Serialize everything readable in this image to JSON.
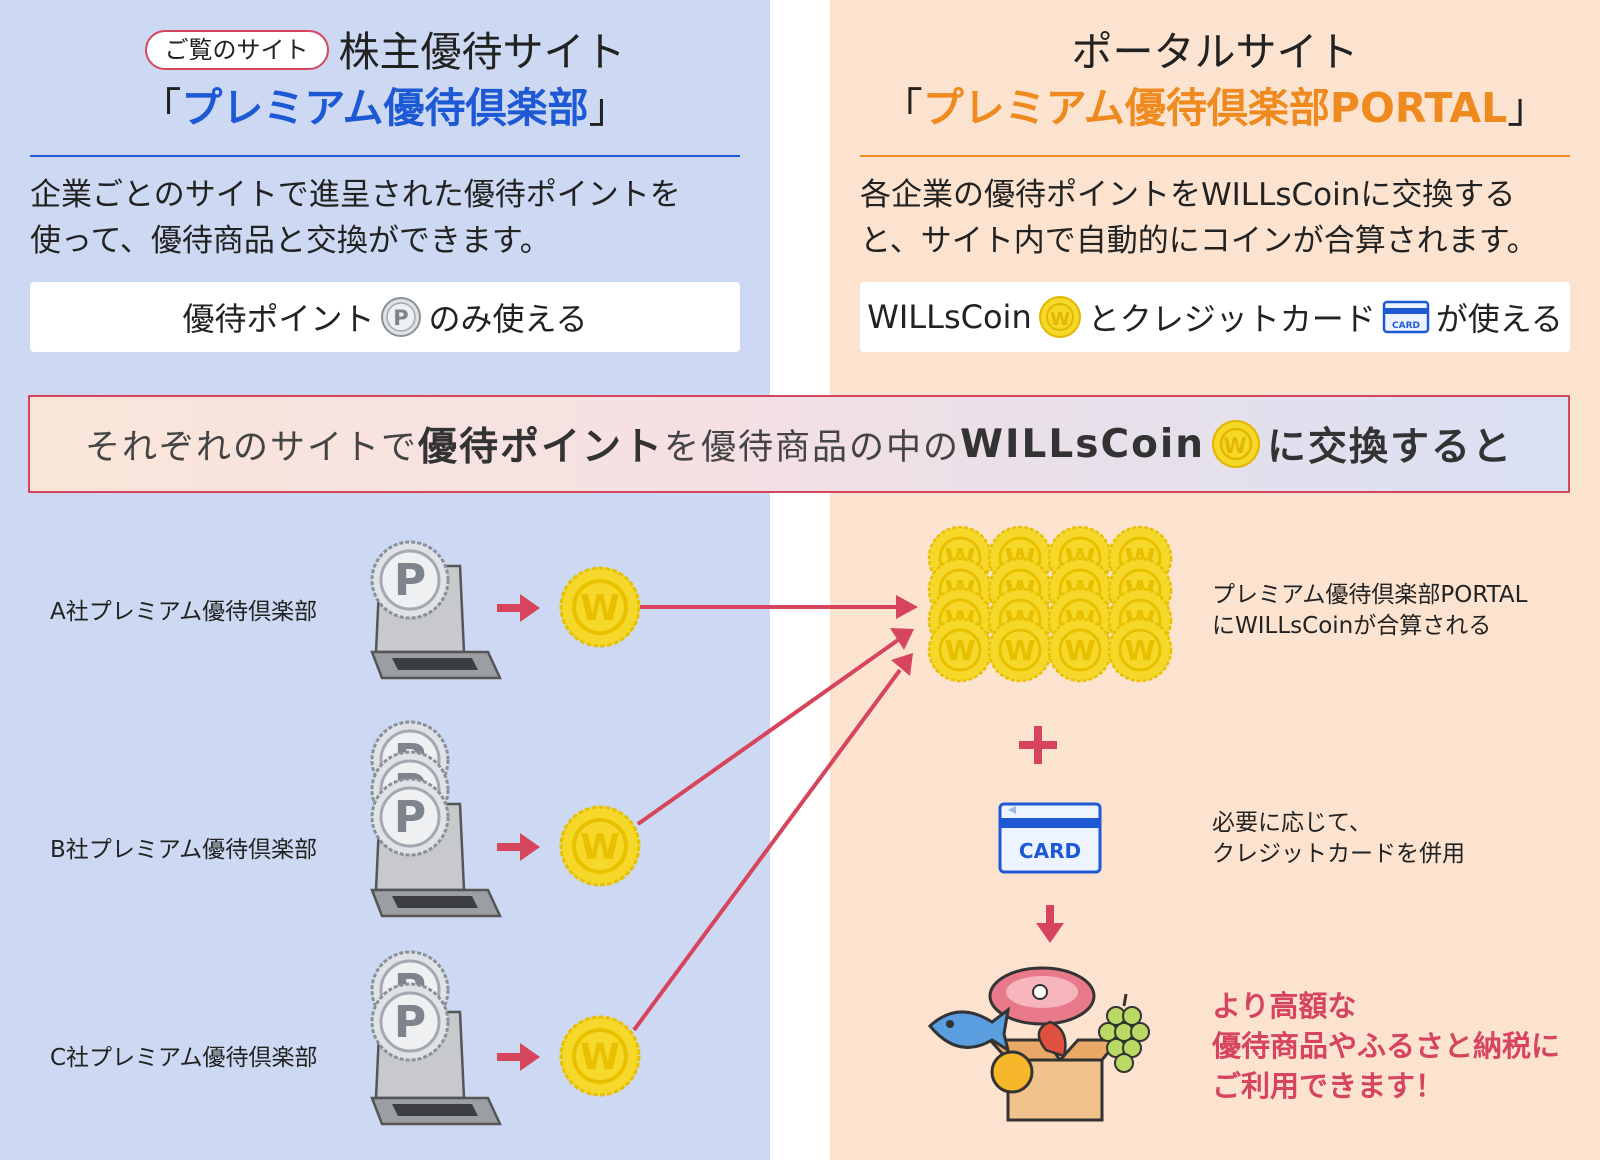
{
  "left": {
    "tag": "ご覧のサイト",
    "title": "株主優待サイト",
    "name": "「プレミアム優待倶楽部」",
    "name_inner": "プレミアム優待倶楽部",
    "desc_line1": "企業ごとのサイトで進呈された優待ポイントを",
    "desc_line2": "使って、優待商品と交換ができます。",
    "pill_before": "優待ポイント",
    "pill_after": "のみ使える"
  },
  "right": {
    "title": "ポータルサイト",
    "name_inner": "プレミアム優待倶楽部PORTAL",
    "desc_line1": "各企業の優待ポイントをWILLsCoinに交換する",
    "desc_line2": "と、サイト内で自動的にコインが合算されます。",
    "pill_coin": "WILLsCoin",
    "pill_middle": "とクレジットカード",
    "pill_after": "が使える"
  },
  "banner": {
    "part1": "それぞれのサイトで",
    "bold1": "優待ポイント",
    "part2": "を優待商品の中の",
    "bold2": "WILLsCoin",
    "bold3": "に交換すると"
  },
  "rows": [
    {
      "label": "A社プレミアム優待倶楽部"
    },
    {
      "label": "B社プレミアム優待倶楽部"
    },
    {
      "label": "C社プレミアム優待倶楽部"
    }
  ],
  "info": {
    "sum_line1": "プレミアム優待倶楽部PORTAL",
    "sum_line2": "にWILLsCoinが合算される",
    "card_line1": "必要に応じて、",
    "card_line2": "クレジットカードを併用",
    "card_label": "CARD",
    "final_line1": "より高額な",
    "final_line2": "優待商品やふるさと納税に",
    "final_line3": "ご利用できます！"
  },
  "colors": {
    "left_bg": "#cdd9f2",
    "right_bg": "#fce3d0",
    "blue": "#1d59d4",
    "orange": "#ef8a1f",
    "arrow": "#d6455c",
    "coin": "#f5d829"
  },
  "icons": [
    "point-coin-icon",
    "willscoin-icon",
    "credit-card-icon",
    "laptop-icon",
    "arrow-icon",
    "plus-icon",
    "gift-box-icon"
  ]
}
